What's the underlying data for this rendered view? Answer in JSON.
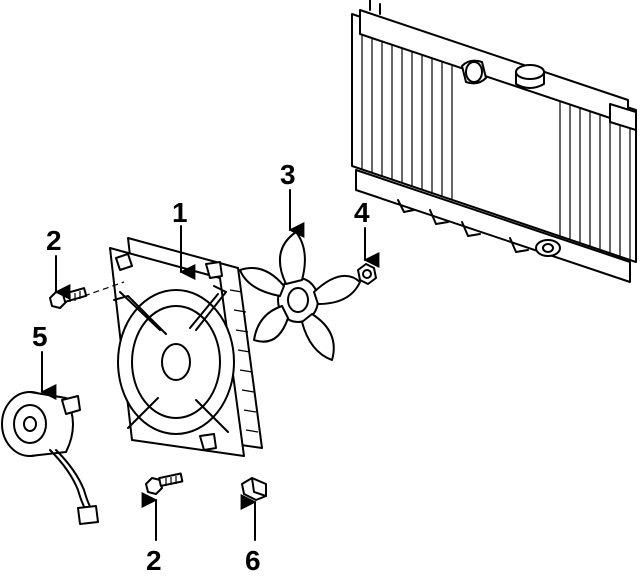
{
  "callouts": {
    "shroud": "1",
    "bolt_upper": "2",
    "fan_blade": "3",
    "nut": "4",
    "fan_motor": "5",
    "bolt_lower": "2",
    "clip": "6"
  },
  "icons": [
    "arrow-down-icon"
  ]
}
